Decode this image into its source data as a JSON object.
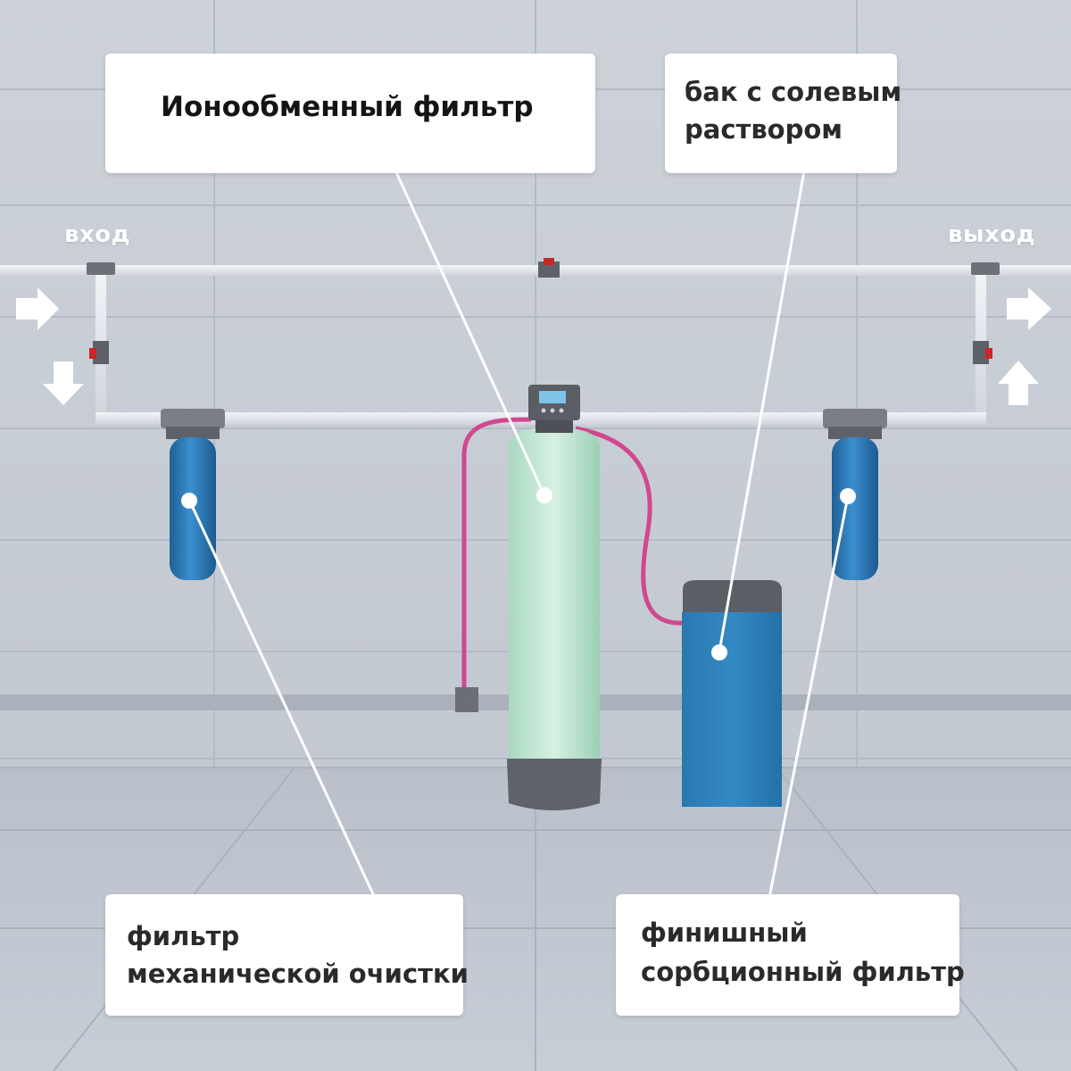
{
  "labels": {
    "ion_filter": "Ионообменный фильтр",
    "brine_tank": [
      "бак с солевым",
      "раствором"
    ],
    "mech_filter": [
      "фильтр",
      "механической очистки"
    ],
    "sorb_filter": [
      "финишный",
      "сорбционный фильтр"
    ]
  },
  "flow": {
    "inlet": "вход",
    "outlet": "выход"
  },
  "colors": {
    "wall": "#c9ced6",
    "floor": "#bfc5ce",
    "pipe": "#e6e9ee",
    "filter_blue": "#2f7fbf",
    "tank_green": "#bfe6d2",
    "brine_blue": "#2d7fb8",
    "hose_pink": "#d0488f",
    "valve_red": "#c62828"
  },
  "icons": [
    "arrow-right-icon",
    "arrow-down-icon",
    "arrow-up-icon",
    "valve-icon",
    "control-head-icon"
  ]
}
